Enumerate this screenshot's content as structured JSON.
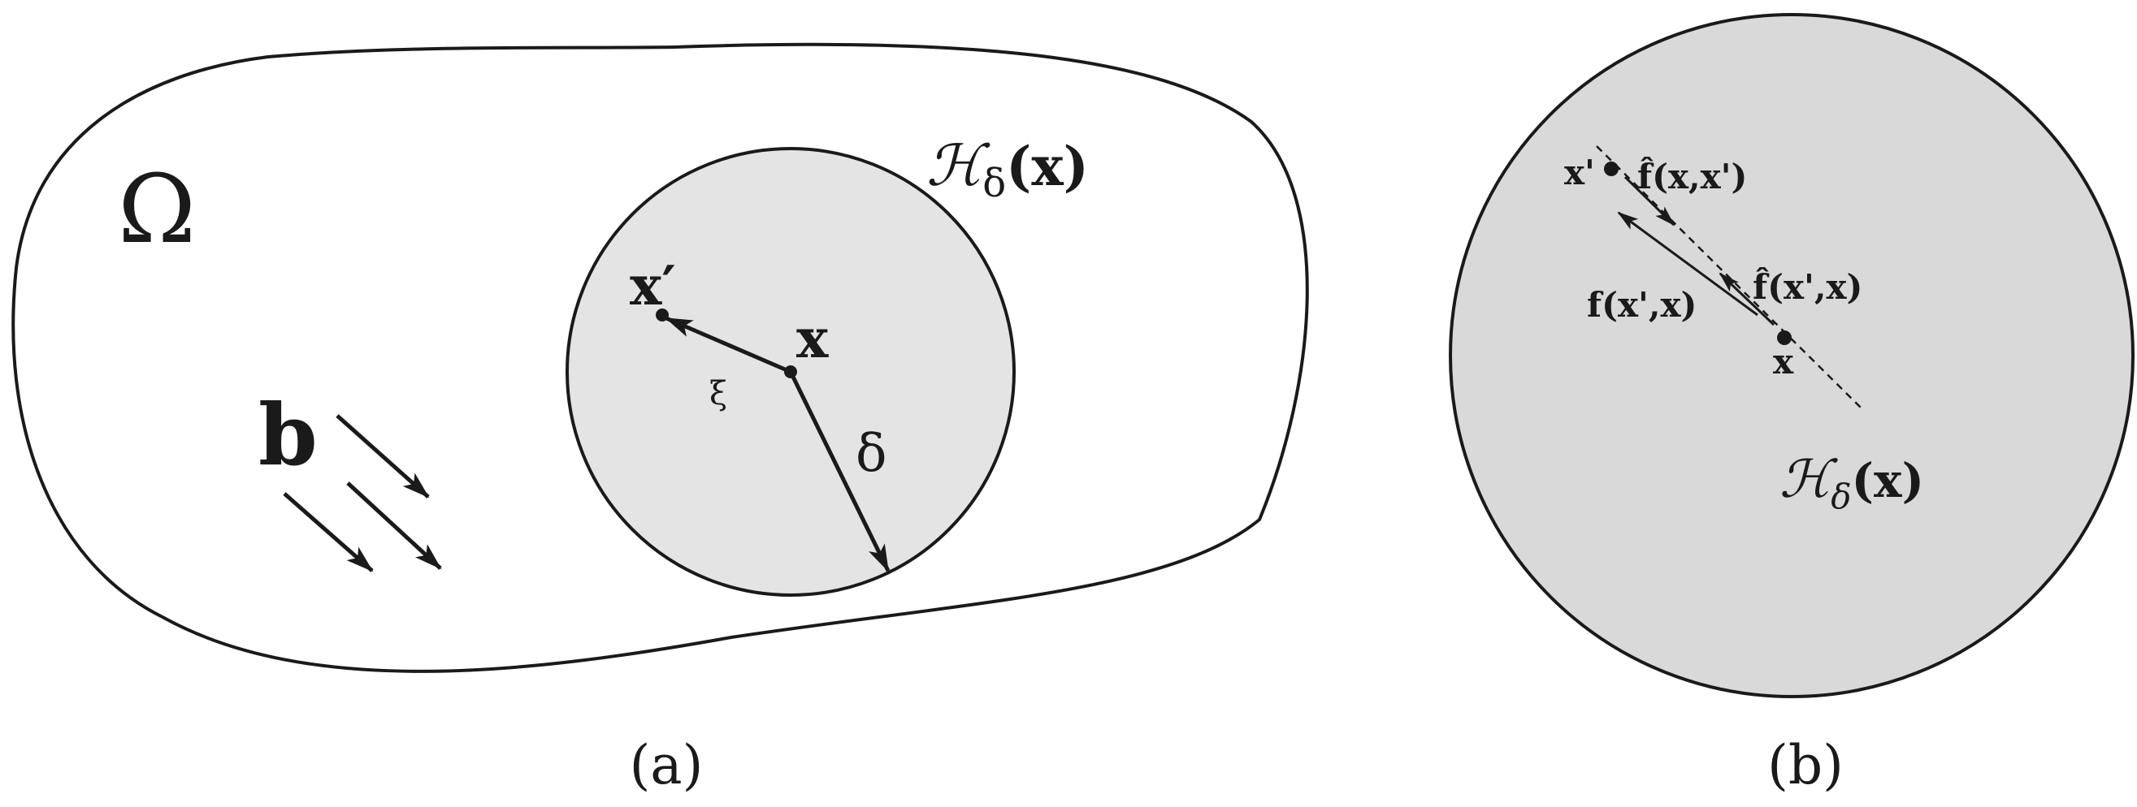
{
  "panel_a": {
    "domain_label": "Ω",
    "horizon_script": "ℋ",
    "horizon_sub": "δ",
    "horizon_arg": "(x)",
    "point_x": "x",
    "point_xprime": "x′",
    "bond_label": "ξ",
    "radius_label": "δ",
    "body_force_label": "b",
    "caption": "(a)"
  },
  "panel_b": {
    "point_xprime": "x'",
    "point_x": "x",
    "force_hat_1": "f̂(x,x')",
    "force_hat_2": "f̂(x',x)",
    "force_plain": "f(x',x)",
    "horizon_script": "ℋ",
    "horizon_sub": "δ",
    "horizon_arg": "(x)",
    "caption": "(b)"
  },
  "colors": {
    "stroke": "#1a1a1a",
    "horizon_fill_a": "#e4e4e4",
    "horizon_fill_b": "#d9d9d9",
    "background": "#ffffff"
  }
}
